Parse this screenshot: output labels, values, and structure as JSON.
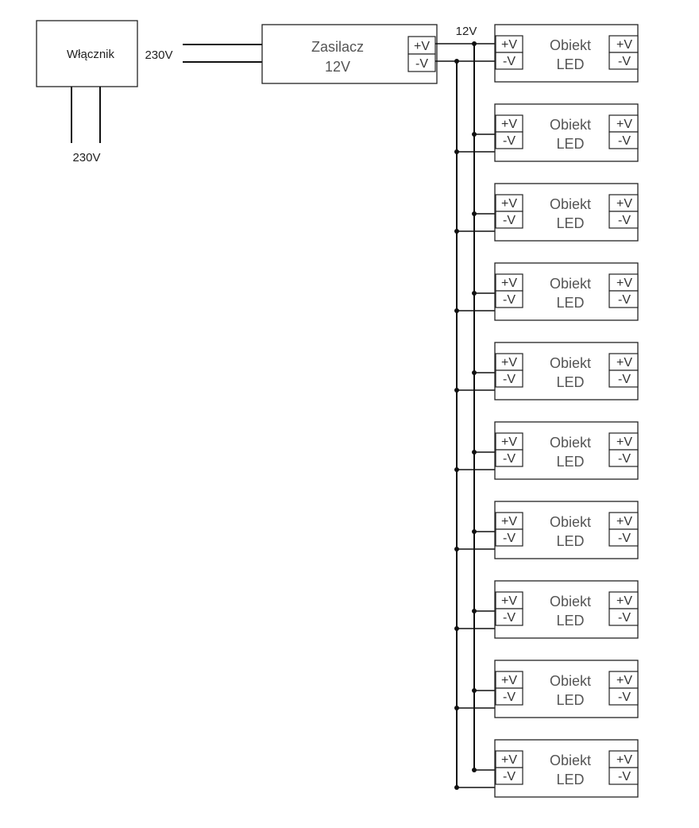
{
  "switch": {
    "label": "Włącznik"
  },
  "mains_in_label": "230V",
  "mains_out_label": "230V",
  "psu": {
    "title_line1": "Zasilacz",
    "title_line2": "12V",
    "plus": "+V",
    "minus": "-V"
  },
  "bus_label": "12V",
  "led_object": {
    "line1": "Obiekt",
    "line2": "LED",
    "in_plus": "+V",
    "in_minus": "-V",
    "out_plus": "+V",
    "out_minus": "-V"
  },
  "led_object_count": 10
}
